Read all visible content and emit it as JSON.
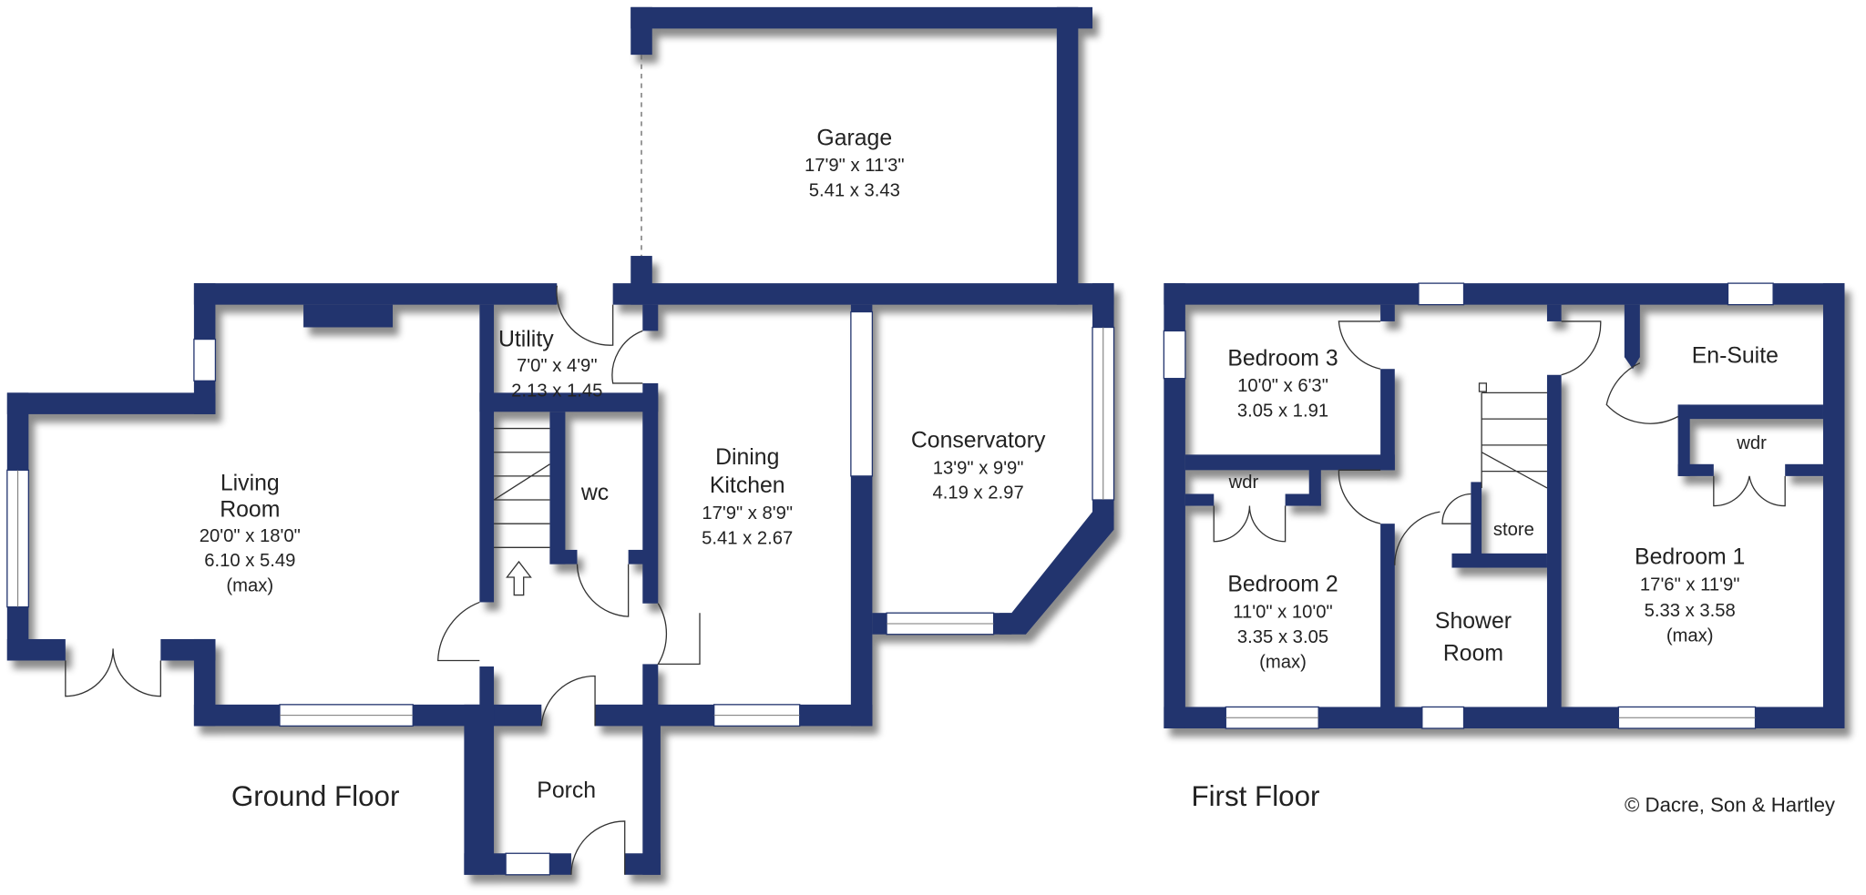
{
  "colors": {
    "wall": "#22346e",
    "background": "#ffffff"
  },
  "rooms": {
    "garage": {
      "name": "Garage",
      "imperial": "17'9\"  x  11'3\"",
      "metric": "5.41  x  3.43"
    },
    "utility": {
      "name": "Utility",
      "imperial": "7'0\"  x  4'9\"",
      "metric": "2.13  x  1.45"
    },
    "living": {
      "name1": "Living",
      "name2": "Room",
      "imperial": "20'0\"  x  18'0\"",
      "metric": "6.10  x  5.49",
      "note": "(max)"
    },
    "wc": {
      "name": "wc"
    },
    "dining": {
      "name1": "Dining",
      "name2": "Kitchen",
      "imperial": "17'9\"  x  8'9\"",
      "metric": "5.41  x  2.67"
    },
    "conservatory": {
      "name": "Conservatory",
      "imperial": "13'9\"  x  9'9\"",
      "metric": "4.19  x  2.97"
    },
    "porch": {
      "name": "Porch"
    },
    "bedroom3": {
      "name": "Bedroom 3",
      "imperial": "10'0\"  x  6'3\"",
      "metric": "3.05  x  1.91"
    },
    "bedroom2": {
      "name": "Bedroom 2",
      "imperial": "11'0\"  x  10'0\"",
      "metric": "3.35  x  3.05",
      "note": "(max)"
    },
    "wdr2": {
      "name": "wdr"
    },
    "shower": {
      "name1": "Shower",
      "name2": "Room"
    },
    "store": {
      "name": "store"
    },
    "ensuite": {
      "name": "En-Suite"
    },
    "wdr1": {
      "name": "wdr"
    },
    "bedroom1": {
      "name": "Bedroom 1",
      "imperial": "17'6\"  x  11'9\"",
      "metric": "5.33  x  3.58",
      "note": "(max)"
    }
  },
  "labels": {
    "ground_floor": "Ground Floor",
    "first_floor": "First Floor",
    "copyright": "© Dacre, Son & Hartley"
  }
}
